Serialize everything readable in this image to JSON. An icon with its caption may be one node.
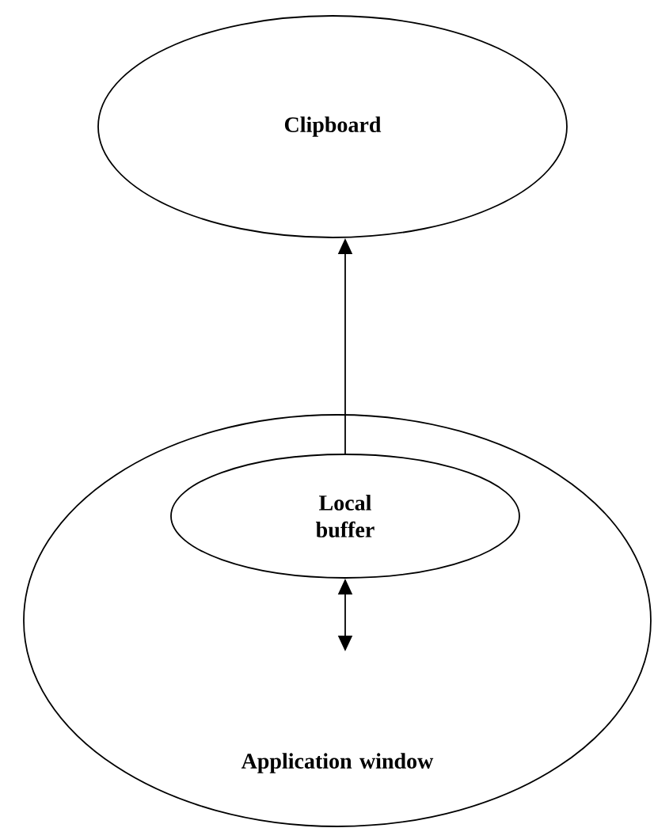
{
  "diagram": {
    "nodes": [
      {
        "text": [
          "Clipboard"
        ]
      },
      {
        "text": [
          "Application window"
        ]
      },
      {
        "text": [
          "Local buffer"
        ],
        "in": 1
      }
    ],
    "edges": [
      {
        "from": 2,
        "to": 0,
        "arrow": "to"
      },
      {
        "from": 2,
        "to": null,
        "arrow": "both"
      }
    ]
  }
}
